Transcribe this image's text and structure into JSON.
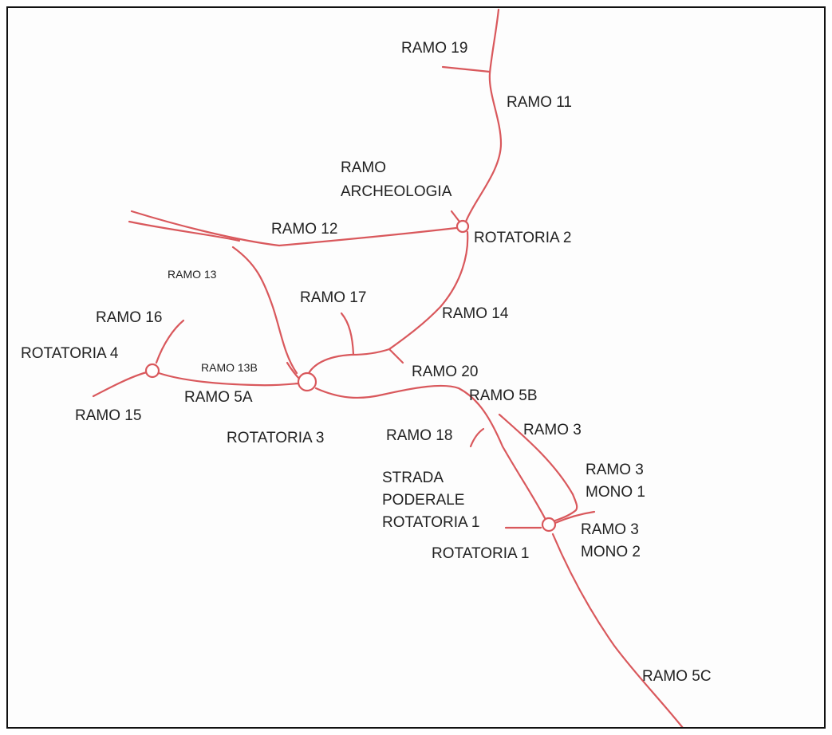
{
  "labels": {
    "ramo19": "RAMO 19",
    "ramo11": "RAMO 11",
    "ramo_archeologia_1": "RAMO",
    "ramo_archeologia_2": "ARCHEOLOGIA",
    "ramo12": "RAMO 12",
    "rotatoria2": "ROTATORIA 2",
    "ramo13": "RAMO 13",
    "ramo17": "RAMO 17",
    "ramo14": "RAMO 14",
    "ramo16": "RAMO 16",
    "rotatoria4": "ROTATORIA 4",
    "ramo13b": "RAMO 13B",
    "ramo20": "RAMO 20",
    "ramo5a": "RAMO 5A",
    "ramo5b": "RAMO 5B",
    "ramo15": "RAMO 15",
    "ramo3": "RAMO 3",
    "rotatoria3": "ROTATORIA 3",
    "ramo18": "RAMO 18",
    "ramo3mono1_1": "RAMO 3",
    "ramo3mono1_2": "MONO 1",
    "strada_1": "STRADA",
    "strada_2": "PODERALE",
    "strada_3": "ROTATORIA 1",
    "ramo3mono2_1": "RAMO 3",
    "ramo3mono2_2": "MONO 2",
    "rotatoria1": "ROTATORIA 1",
    "ramo5c": "RAMO 5C"
  },
  "colors": {
    "road": "#d9585c",
    "text": "#222222"
  }
}
